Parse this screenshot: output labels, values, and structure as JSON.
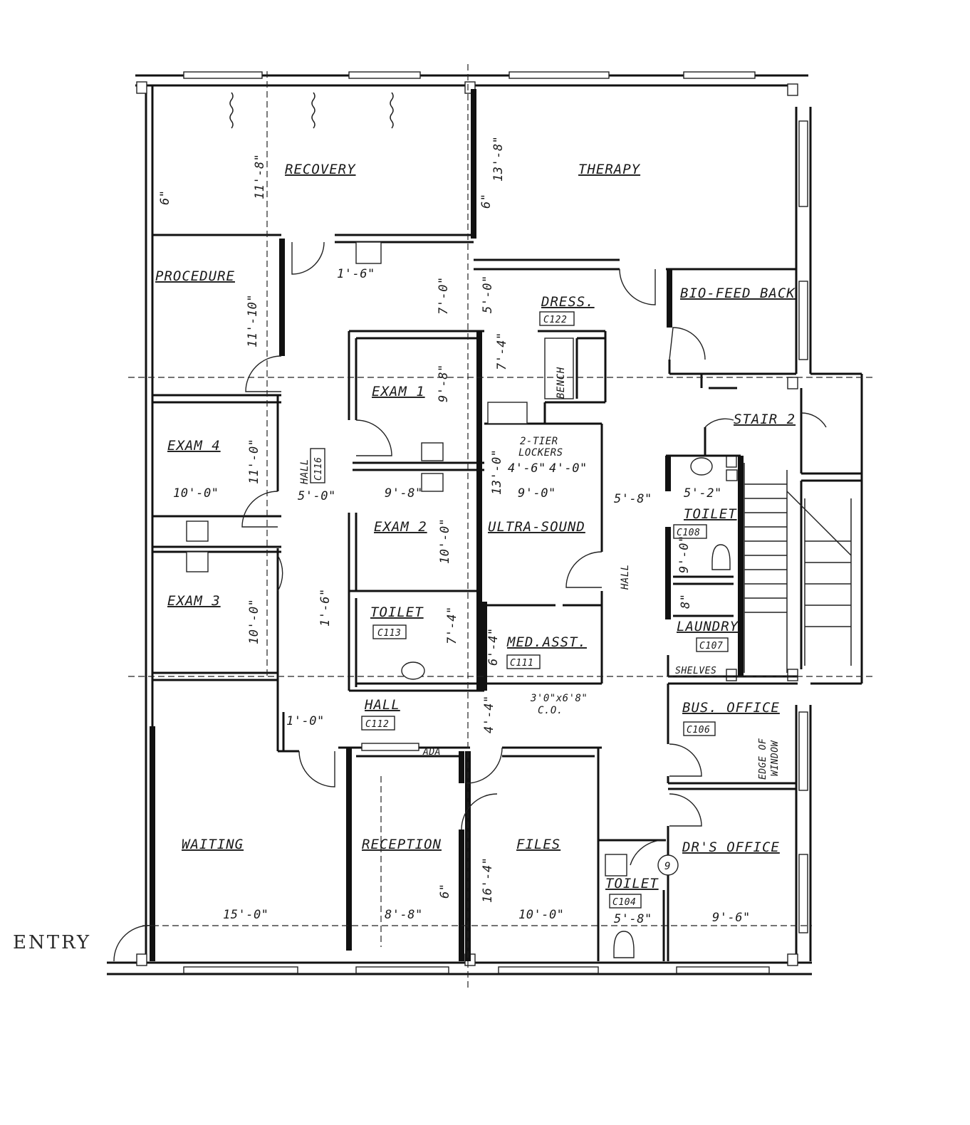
{
  "rooms": {
    "recovery": "RECOVERY",
    "therapy": "THERAPY",
    "procedure": "PROCEDURE",
    "biofeedback": "BIO-FEED BACK",
    "dress": "DRESS.",
    "dress_tag": "C122",
    "bench": "BENCH",
    "exam1": "EXAM 1",
    "exam2": "EXAM 2",
    "exam3": "EXAM 3",
    "exam4": "EXAM 4",
    "lockers_1": "2-TIER",
    "lockers_2": "LOCKERS",
    "hall_116": "HALL",
    "hall_116_tag": "C116",
    "stair": "STAIR 2",
    "ultrasound": "ULTRA-SOUND",
    "toilet_108": "TOILET",
    "toilet_108_tag": "C108",
    "hall_east": "HALL",
    "toilet_113": "TOILET",
    "toilet_113_tag": "C113",
    "laundry": "LAUNDRY",
    "laundry_tag": "C107",
    "med_asst": "MED.ASST.",
    "med_asst_tag": "C111",
    "shelves": "SHELVES",
    "hall_112": "HALL",
    "hall_112_tag": "C112",
    "door_note_1": "3'0\"x6'8\"",
    "door_note_2": "C.O.",
    "bus_office": "BUS. OFFICE",
    "bus_office_tag": "C106",
    "edge_window_1": "EDGE OF",
    "edge_window_2": "WINDOW",
    "ada": "ADA",
    "waiting": "WAITING",
    "reception": "RECEPTION",
    "files": "FILES",
    "toilet_104": "TOILET",
    "toilet_104_tag": "C104",
    "drs_office": "DR'S OFFICE",
    "marker": "9"
  },
  "dimensions": {
    "d_6_nw": "6\"",
    "recovery_h": "11'-8\"",
    "therapy_h": "13'-8\"",
    "d_6_mid": "6\"",
    "d_1_6_a": "1'-6\"",
    "d_7_0": "7'-0\"",
    "d_5_0_dress": "5'-0\"",
    "procedure_h": "11'-10\"",
    "exam1_h": "9'-8\"",
    "d_7_4_a": "7'-4\"",
    "exam4_h": "11'-0\"",
    "d_4_6": "4'-6\"",
    "d_4_0": "4'-0\"",
    "d_13_0": "13'-0\"",
    "exam4_w": "10'-0\"",
    "hall_w": "5'-0\"",
    "exam2_w": "9'-8\"",
    "ultrasound_w": "9'-0\"",
    "d_5_8_a": "5'-8\"",
    "d_5_2": "5'-2\"",
    "exam2_h": "10'-0\"",
    "toilet108_h": "9'-0\"",
    "d_8": "8\"",
    "d_1_6_b": "1'-6\"",
    "exam3_h": "10'-0\"",
    "d_7_4_b": "7'-4\"",
    "d_6_4": "6'-4\"",
    "d_1_0": "1'-0\"",
    "d_4_4": "4'-4\"",
    "waiting_w": "15'-0\"",
    "reception_w": "8'-8\"",
    "d_6_rec": "6\"",
    "files_h": "16'-4\"",
    "files_w": "10'-0\"",
    "toilet104_w": "5'-8\"",
    "drs_w": "9'-6\""
  },
  "entry_label": "ENTRY"
}
